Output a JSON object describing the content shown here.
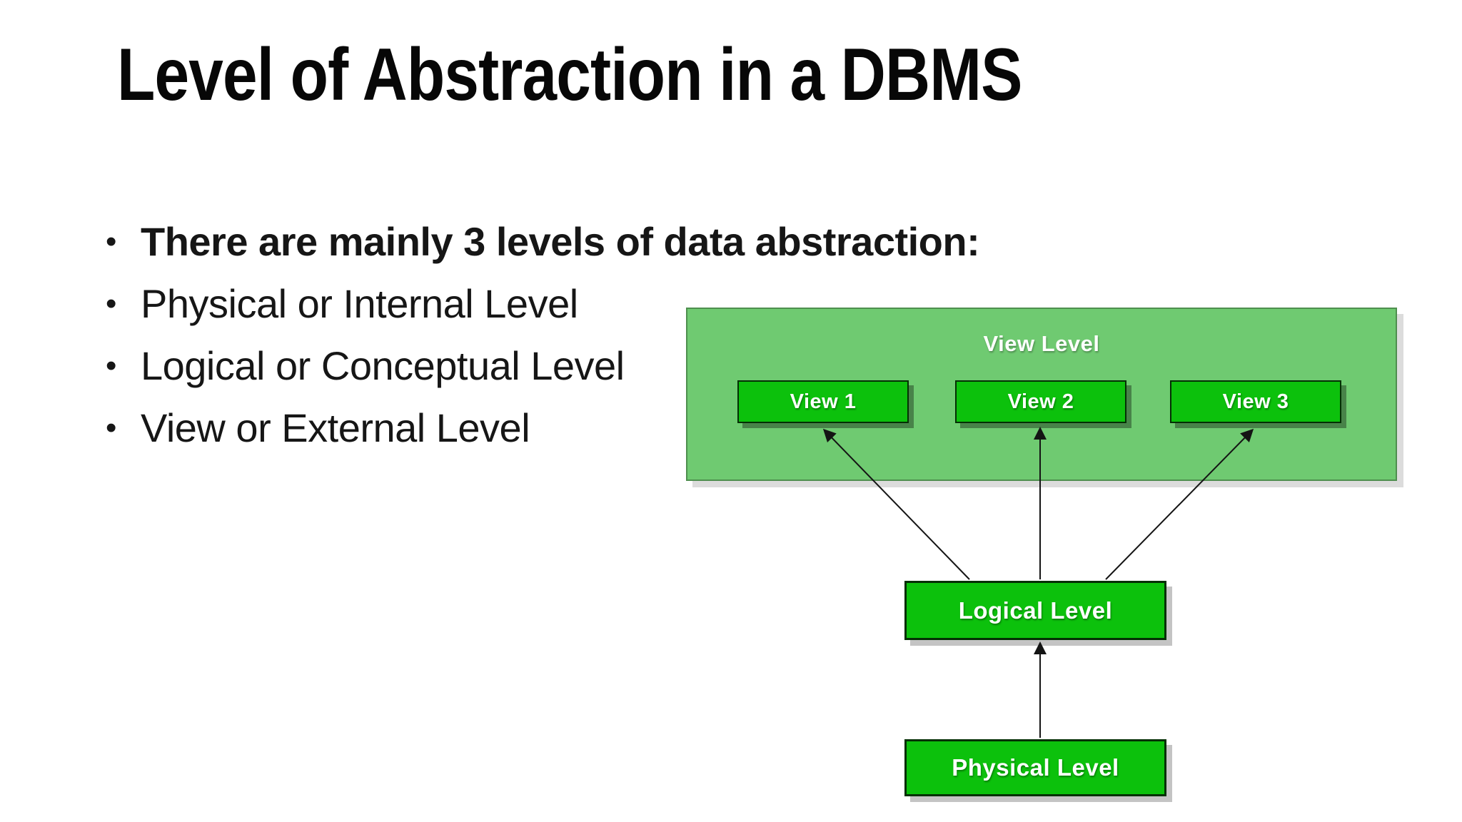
{
  "slide": {
    "title": "Level of Abstraction in a DBMS",
    "bullet_char": "•",
    "bullets": [
      {
        "text": "There are mainly 3 levels of data abstraction:",
        "bold": true
      },
      {
        "text": "Physical or Internal Level",
        "bold": false
      },
      {
        "text": "Logical or Conceptual Level",
        "bold": false
      },
      {
        "text": "View or External Level",
        "bold": false
      }
    ]
  },
  "diagram": {
    "view_level_label": "View Level",
    "views": [
      "View 1",
      "View 2",
      "View 3"
    ],
    "logical_label": "Logical Level",
    "physical_label": "Physical Level",
    "colors": {
      "container_green": "#6fca71",
      "container_border": "#4e8f4e",
      "container_shadow": "#dcdcdc",
      "box_green": "#0cc10c",
      "box_border": "#042f04",
      "view_shadow": "rgba(0,0,0,0.35)",
      "level_shadow": "#c4c4c4",
      "label_white": "#fdfffd",
      "arrow_black": "#141414",
      "text_black": "#161616"
    }
  }
}
